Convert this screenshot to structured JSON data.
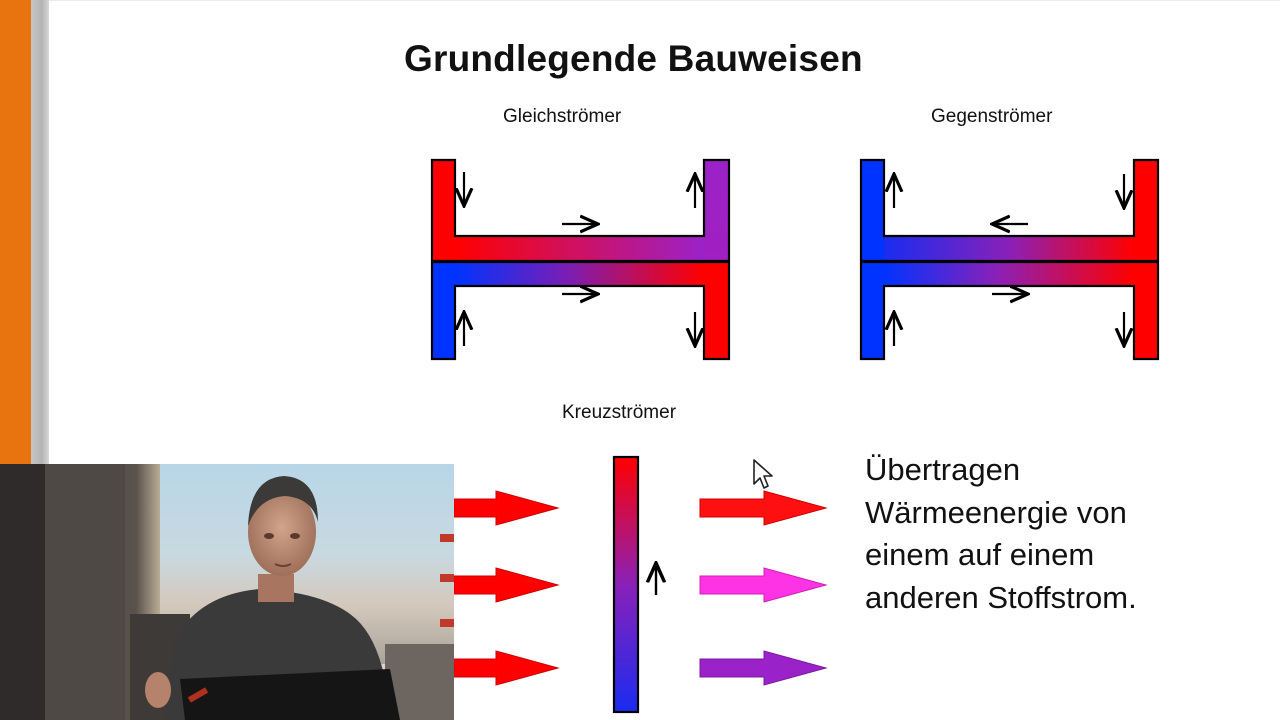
{
  "slide": {
    "title": "Grundlegende Bauweisen",
    "diagrams": {
      "parallel_flow_label": "Gleichströmer",
      "counter_flow_label": "Gegenströmer",
      "cross_flow_label": "Kreuzströmer"
    },
    "description": "Übertragen\nWärmeenergie von\neinem auf einem\nanderen Stoffstrom."
  },
  "colors": {
    "hot": "#ff0000",
    "cold": "#0033ff",
    "mixed": "#9b22c8",
    "pink": "#ff33e6",
    "accent_bar": "#e87410"
  },
  "icons": [
    "mouse-cursor-icon"
  ]
}
